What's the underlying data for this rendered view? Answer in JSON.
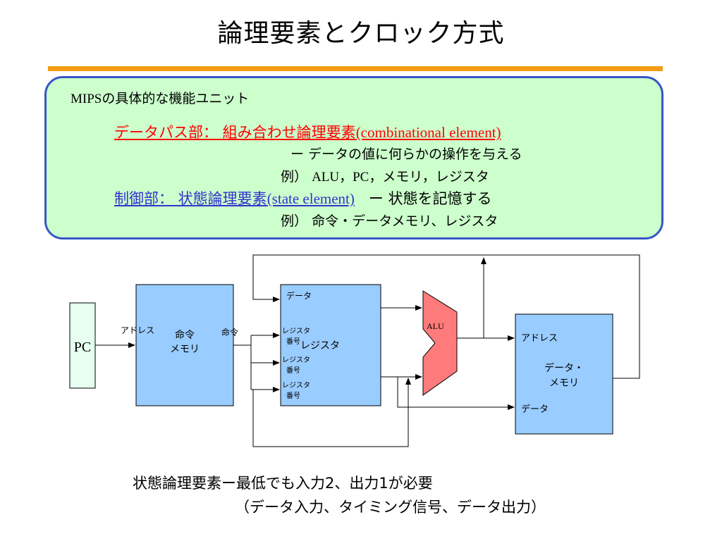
{
  "title": "論理要素とクロック方式",
  "panel": {
    "heading_prefix": "MIPS",
    "heading_suffix": "の具体的な機能ユニット",
    "datapath_label": "データパス部： 組み合わせ論理要素",
    "datapath_english": "(combinational element)",
    "datapath_desc": "ー データの値に何らかの操作を与える",
    "datapath_example_prefix": "例）",
    "datapath_example": "ALU，PC，メモリ，レジスタ",
    "control_label": "制御部： 状態論理要素",
    "control_english": "(state element)",
    "control_desc": "ー 状態を記憶する",
    "control_example_prefix": "例）",
    "control_example": "命令・データメモリ、レジスタ"
  },
  "diagram": {
    "pc": "PC",
    "address_in": "アドレス",
    "inst_mem_line1": "命令",
    "inst_mem_line2": "メモリ",
    "inst_out": "命令",
    "reg_data_in": "データ",
    "reg_num_1a": "レジスタ",
    "reg_num_1b": "番号",
    "reg_num_2a": "レジスタ",
    "reg_num_2b": "番号",
    "reg_num_3a": "レジスタ",
    "reg_num_3b": "番号",
    "registers": "レジスタ",
    "alu": "ALU",
    "dmem_address": "アドレス",
    "dmem_line1": "データ・",
    "dmem_line2": "メモリ",
    "dmem_data": "データ"
  },
  "footer": {
    "line1": "状態論理要素ー最低でも入力2、出力1が必要",
    "line2": "（データ入力、タイミング信号、データ出力）"
  },
  "colors": {
    "block": "#99ccff",
    "pc_box": "#e6fff0",
    "alu": "#ff7a7a",
    "panel_bg": "#ccffcc",
    "panel_border": "#3856c7",
    "rule": "#f39b12"
  }
}
